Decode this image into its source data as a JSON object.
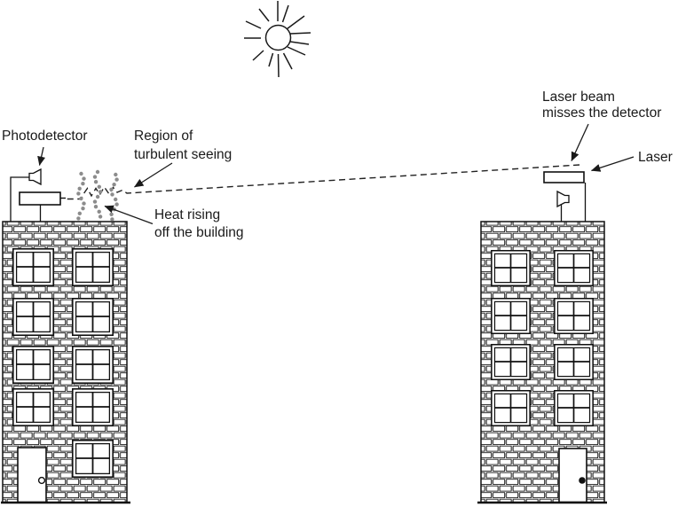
{
  "labels": {
    "photodetector": "Photodetector",
    "region_line1": "Region of",
    "region_line2": "turbulent seeing",
    "heat_line1": "Heat rising",
    "heat_line2": "off the building",
    "miss_line1": "Laser beam",
    "miss_line2": "misses the detector",
    "laser": "Laser"
  },
  "colors": {
    "line": "#1a1a1a",
    "heat_dots": "#8c8c8c",
    "background": "#ffffff"
  }
}
